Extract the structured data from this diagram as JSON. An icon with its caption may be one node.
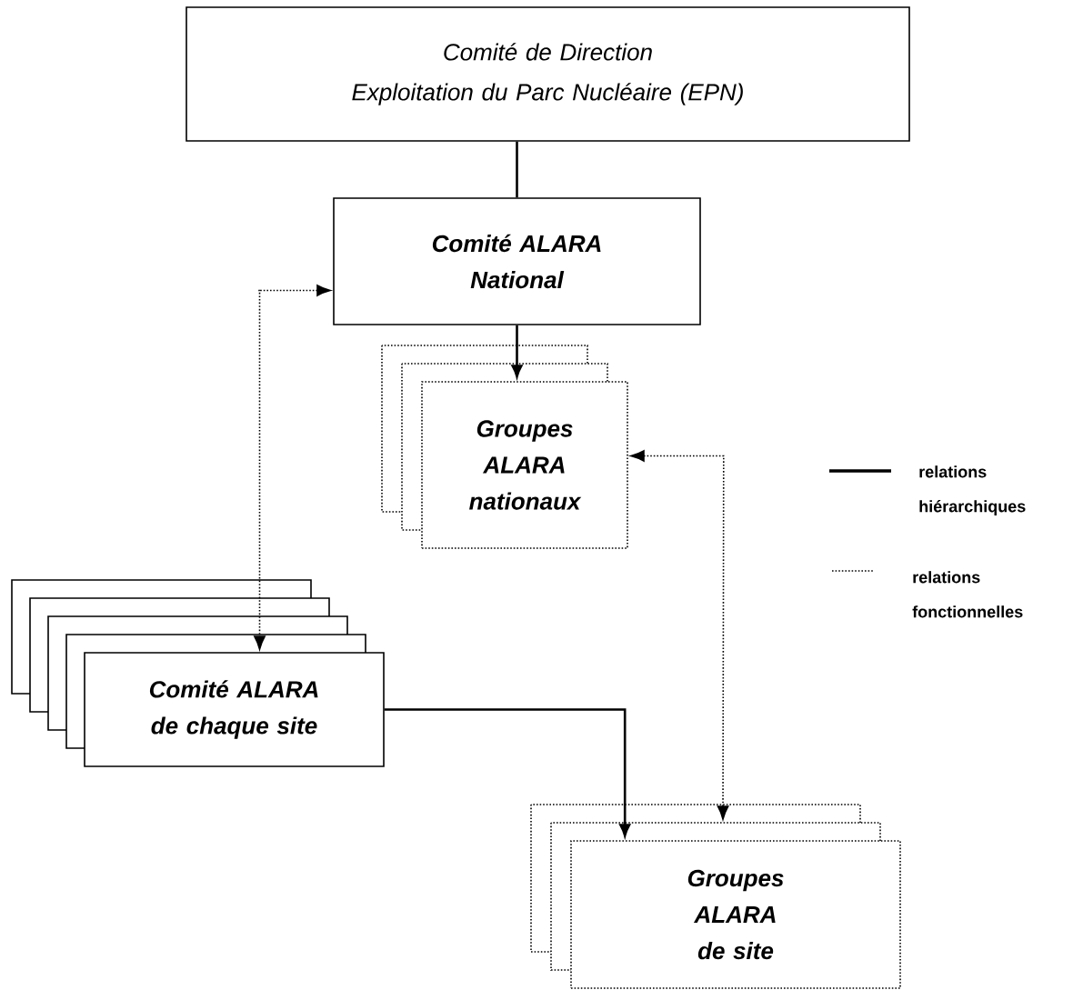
{
  "diagram": {
    "nodes": [
      {
        "text": [
          "Comité de Direction",
          "Exploitation du Parc Nucléaire (EPN)"
        ]
      },
      {
        "text": [
          "Comité ALARA National"
        ]
      },
      {
        "text": [
          "Groupes ALARA nationaux"
        ]
      },
      {
        "text": [
          "Comité ALARA de chaque site"
        ]
      },
      {
        "text": [
          "Groupes ALARA de site"
        ]
      }
    ],
    "edges": [
      {
        "from": 0,
        "to": 1,
        "arrow": "none"
      },
      {
        "from": 1,
        "to": 2,
        "arrow": "to"
      },
      {
        "from": 1,
        "to": 3,
        "arrow": "both",
        "style": "dashed"
      },
      {
        "from": 2,
        "to": 4,
        "arrow": "both",
        "style": "dashed"
      },
      {
        "from": 3,
        "to": 4,
        "arrow": "to"
      }
    ],
    "legend": [
      {
        "text": "relations hiérarchiques"
      },
      {
        "text": "relations fonctionnelles"
      }
    ]
  }
}
